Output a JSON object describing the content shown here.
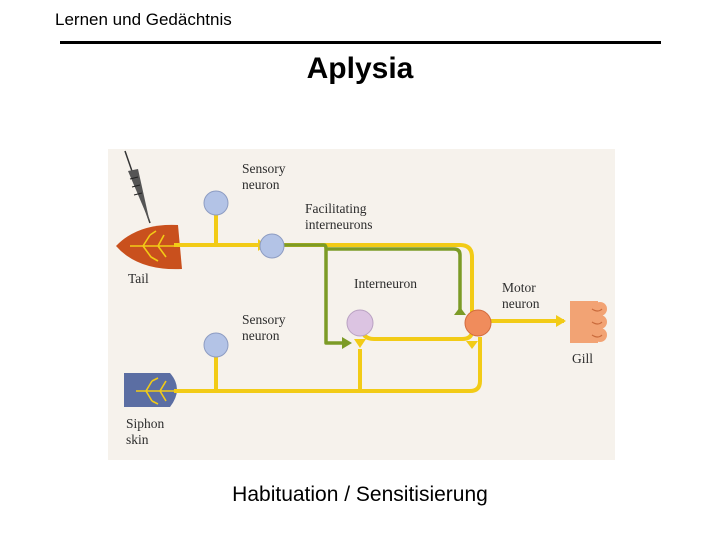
{
  "header": {
    "title": "Lernen und Gedächtnis"
  },
  "slide": {
    "title": "Aplysia",
    "caption": "Habituation / Sensitisierung"
  },
  "diagram": {
    "labels": {
      "sensory_top_1": "Sensory",
      "sensory_top_2": "neuron",
      "facilitating_1": "Facilitating",
      "facilitating_2": "interneurons",
      "tail": "Tail",
      "interneuron": "Interneuron",
      "motor_1": "Motor",
      "motor_2": "neuron",
      "sensory_bottom_1": "Sensory",
      "sensory_bottom_2": "neuron",
      "gill": "Gill",
      "siphon_1": "Siphon",
      "siphon_2": "skin"
    },
    "colors": {
      "background": "#f6f2ec",
      "axon_yellow": "#f2cb16",
      "axon_green": "#7c9b26",
      "sensory_cell": "#b3c3e6",
      "interneuron_cell": "#dcc4e2",
      "motor_cell": "#f08c5c",
      "gill": "#f2a374",
      "tail": "#c9501d",
      "siphon": "#5b6ea3"
    }
  }
}
